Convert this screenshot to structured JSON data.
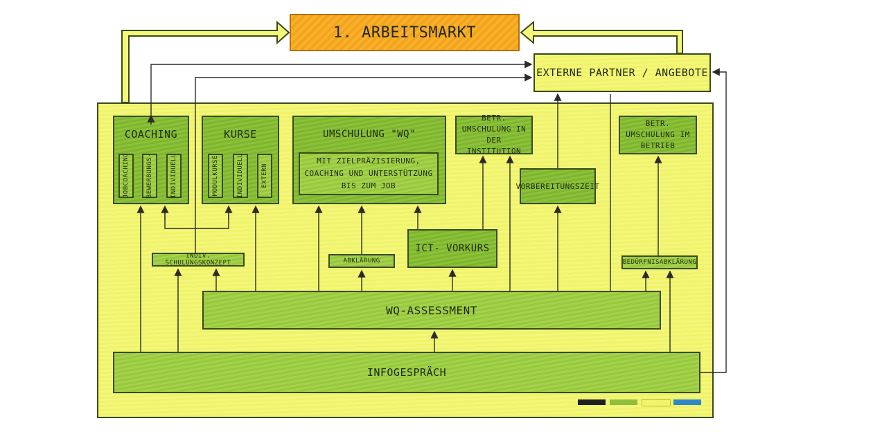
{
  "top": {
    "arbeitsmarkt": "1. Arbeitsmarkt",
    "externe": "Externe Partner / Angebote"
  },
  "coaching": {
    "title": "Coaching",
    "items": [
      "Jobcoaching",
      "Bewerbungs-",
      "Individuell"
    ]
  },
  "kurse": {
    "title": "Kurse",
    "items": [
      "Modulkurse",
      "Individuell",
      "Extern"
    ]
  },
  "umschulung": {
    "title": "Umschulung \"WQ\"",
    "desc": "Mit Zielpräzisierung, Coaching und Unterstützung bis zum Job"
  },
  "betr_institution": "Betr. Umschulung in der Institution",
  "betr_betrieb": "Betr. Umschulung im Betrieb",
  "vorbereitung": "Vorbereitungszeit",
  "ict": "ICT- Vorkurs",
  "indiv": "Indiv. Schulungskonzept",
  "abklaerung": "Abklärung",
  "beduerfnis": "Bedürfnisabklärung",
  "assessment": "WQ-Assessment",
  "infogespraech": "Infogespräch",
  "legend_colors": [
    "#1f1f1f",
    "#8fbf3c",
    "#f2f56a",
    "#2f86c8"
  ]
}
